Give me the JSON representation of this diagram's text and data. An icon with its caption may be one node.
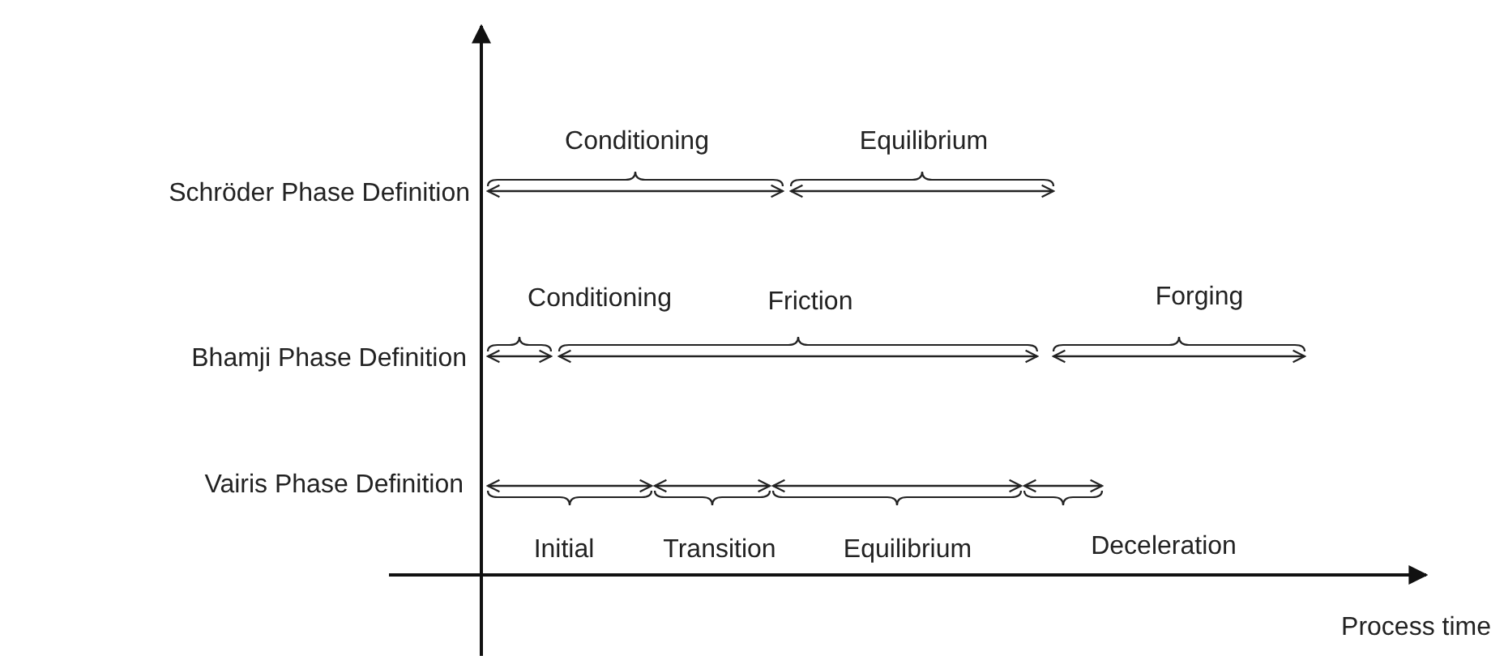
{
  "diagram": {
    "labels": [
      "Conditioning",
      "Equilibrium",
      "Schröder Phase Definition",
      "Conditioning",
      "Friction",
      "Forging",
      "Bhamji Phase Definition",
      "Vairis Phase Definition",
      "Initial",
      "Transition",
      "Equilibrium",
      "Deceleration",
      "Process time"
    ]
  }
}
